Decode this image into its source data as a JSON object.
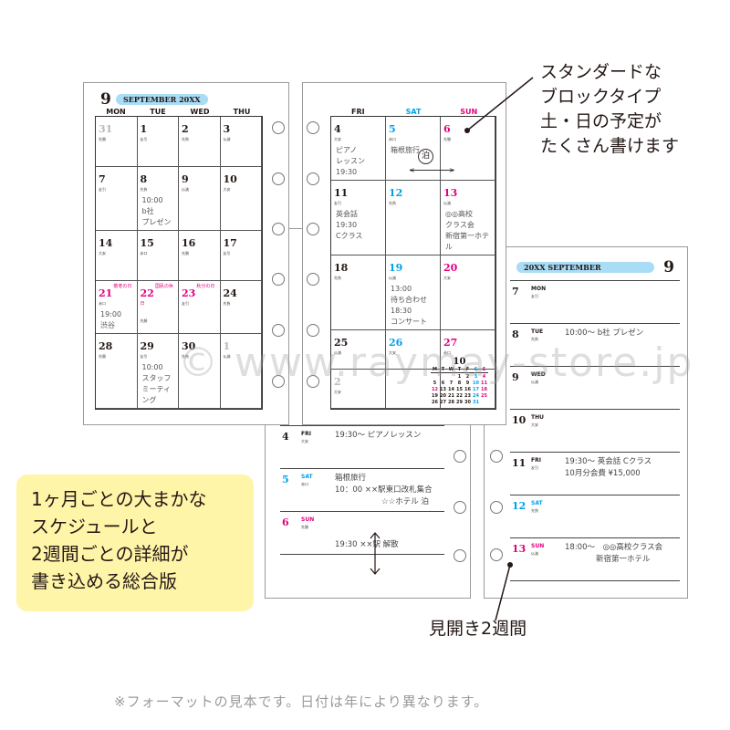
{
  "callouts": {
    "block_type": [
      "スタンダードな",
      "ブロックタイプ",
      "土・日の予定が",
      "たくさん書けます"
    ],
    "two_weeks": "見開き2週間",
    "summary_box": [
      "1ヶ月ごとの大まかな",
      "スケジュールと",
      "2週間ごとの詳細が",
      "書き込める総合版"
    ]
  },
  "footnote": "※フォーマットの見本です。日付は年により異なります。",
  "watermark": "© www.raymay-store.jp",
  "monthly": {
    "month_number": "9",
    "month_label": "SEPTEMBER 20XX",
    "left_days_of_week": [
      "MON",
      "TUE",
      "WED",
      "THU"
    ],
    "right_days_of_week": [
      "FRI",
      "SAT",
      "SUN"
    ],
    "left_weeks": [
      [
        {
          "d": "31",
          "r": "先勝",
          "style": "gray"
        },
        {
          "d": "1",
          "r": "友引"
        },
        {
          "d": "2",
          "r": "先負"
        },
        {
          "d": "3",
          "r": "仏滅"
        }
      ],
      [
        {
          "d": "7",
          "r": "友引"
        },
        {
          "d": "8",
          "r": "先負",
          "memo": "10:00\nb社\nプレゼン"
        },
        {
          "d": "9",
          "r": "仏滅"
        },
        {
          "d": "10",
          "r": "大安"
        }
      ],
      [
        {
          "d": "14",
          "r": "大安"
        },
        {
          "d": "15",
          "r": "赤口"
        },
        {
          "d": "16",
          "r": "先勝"
        },
        {
          "d": "17",
          "r": "友引"
        }
      ],
      [
        {
          "d": "21",
          "r": "赤口",
          "style": "pink",
          "holiday": "敬老の日",
          "memo": "19:00\n渋谷"
        },
        {
          "d": "22",
          "r": "先勝",
          "style": "pink",
          "holiday": "国民の休日"
        },
        {
          "d": "23",
          "r": "友引",
          "style": "pink",
          "holiday": "秋分の日"
        },
        {
          "d": "24",
          "r": "先負"
        }
      ],
      [
        {
          "d": "28",
          "r": "先勝"
        },
        {
          "d": "29",
          "r": "友引",
          "memo": "10:00\nスタッフ\nミーティング"
        },
        {
          "d": "30",
          "r": "先負"
        },
        {
          "d": "1",
          "r": "仏滅",
          "style": "gray"
        }
      ]
    ],
    "right_weeks": [
      [
        {
          "d": "4",
          "r": "大安",
          "memo": "ピアノ\nレッスン\n19:30"
        },
        {
          "d": "5",
          "r": "赤口",
          "style": "blue",
          "memo": "箱根旅行"
        },
        {
          "d": "6",
          "r": "先勝",
          "style": "pink"
        }
      ],
      [
        {
          "d": "11",
          "r": "友引",
          "memo": "英会話\n19:30\nCクラス"
        },
        {
          "d": "12",
          "r": "先負",
          "style": "blue"
        },
        {
          "d": "13",
          "r": "仏滅",
          "style": "pink",
          "memo": "◎◎高校\nクラス会\n新宿第一ホテル"
        }
      ],
      [
        {
          "d": "18",
          "r": "先負"
        },
        {
          "d": "19",
          "r": "仏滅",
          "style": "blue",
          "memo": "13:00\n待ち合わせ\n18:30\nコンサート"
        },
        {
          "d": "20",
          "r": "大安",
          "style": "pink"
        }
      ],
      [
        {
          "d": "25",
          "r": "仏滅"
        },
        {
          "d": "26",
          "r": "大安",
          "style": "blue"
        },
        {
          "d": "27",
          "r": "赤口",
          "style": "pink"
        }
      ],
      [
        {
          "d": "2",
          "r": "大安",
          "style": "gray"
        },
        {
          "d": ""
        },
        {
          "d": ""
        }
      ]
    ],
    "stay_mark": "泊",
    "next_month_mini": {
      "title": "10",
      "headers": [
        "M",
        "T",
        "W",
        "T",
        "F",
        "S",
        "S"
      ],
      "rows": [
        [
          "",
          "",
          "",
          "1",
          "2",
          "3",
          "4"
        ],
        [
          "5",
          "6",
          "7",
          "8",
          "9",
          "10",
          "11"
        ],
        [
          "12",
          "13",
          "14",
          "15",
          "16",
          "17",
          "18"
        ],
        [
          "19",
          "20",
          "21",
          "22",
          "23",
          "24",
          "25"
        ],
        [
          "26",
          "27",
          "28",
          "29",
          "30",
          "31",
          ""
        ]
      ]
    }
  },
  "weekly": {
    "header_label": "20XX SEPTEMBER",
    "month_number": "9",
    "left_days": [
      {
        "d": "4",
        "dow": "FRI",
        "r": "大安",
        "memo": "19:30～ ピアノレッスン"
      },
      {
        "d": "5",
        "dow": "SAT",
        "r": "赤口",
        "style": "blue",
        "memo": "箱根旅行\n10：00 ××駅東口改札集合\n　　　　　　☆☆ホテル 泊"
      },
      {
        "d": "6",
        "dow": "SUN",
        "r": "先勝",
        "style": "pink",
        "memo": "\n\n19:30 ××駅 解散"
      }
    ],
    "right_days": [
      {
        "d": "7",
        "dow": "MON",
        "r": "友引"
      },
      {
        "d": "8",
        "dow": "TUE",
        "r": "先負",
        "memo": "10:00～ b社 プレゼン"
      },
      {
        "d": "9",
        "dow": "WED",
        "r": "仏滅"
      },
      {
        "d": "10",
        "dow": "THU",
        "r": "大安"
      },
      {
        "d": "11",
        "dow": "FRI",
        "r": "友引",
        "memo": "19:30～ 英会話 Cクラス\n10月分会費 ¥15,000"
      },
      {
        "d": "12",
        "dow": "SAT",
        "r": "先負",
        "style": "blue"
      },
      {
        "d": "13",
        "dow": "SUN",
        "r": "仏滅",
        "style": "pink",
        "memo": "18:00～　◎◎高校クラス会\n　　　　新宿第一ホテル"
      }
    ]
  },
  "colors": {
    "saturday": "#00a0e9",
    "sunday_holiday": "#e4007f",
    "pill": "#a9dcf5",
    "summary_box": "#fff5a8"
  }
}
